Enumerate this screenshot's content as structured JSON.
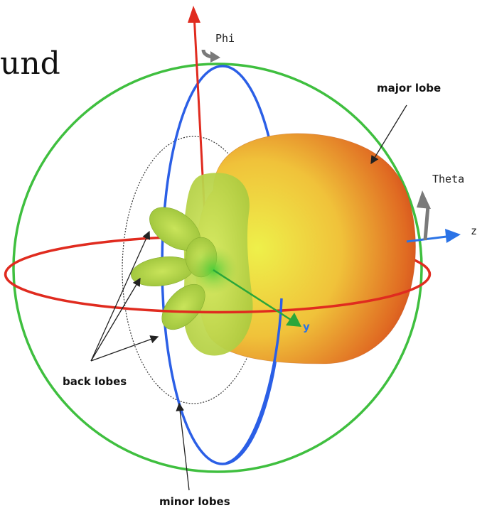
{
  "page": {
    "partial_heading": "und"
  },
  "axes": {
    "phi": "Phi",
    "theta": "Theta",
    "z": "z",
    "y": "y"
  },
  "labels": {
    "major_lobe": "major lobe",
    "back_lobes": "back lobes",
    "minor_lobes": "minor lobes"
  },
  "colors": {
    "sphere_circle": "#3fbf3f",
    "elevation_ring": "#2b5fe6",
    "azimuth_ring": "#e02b1f",
    "phi_axis": "#e02b1f",
    "z_axis": "#2b73e6",
    "y_axis": "#2aa63a",
    "theta_arrow": "#7a7a7a",
    "major_lobe_light": "#f2e84a",
    "major_lobe_dark": "#c9331a",
    "minor_lobe": "#c8dc5a",
    "back_lobe": "#b4d24a"
  },
  "icons": {
    "phi_rotation": "rotation-arrow-icon",
    "theta_rotation": "upward-arrow-icon"
  }
}
